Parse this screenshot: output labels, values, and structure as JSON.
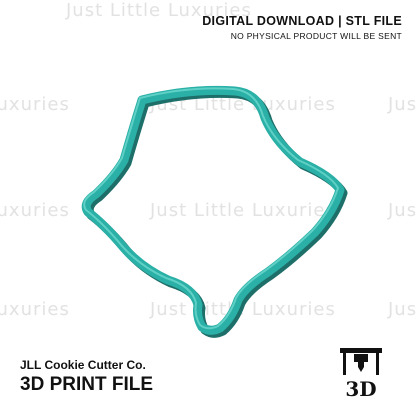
{
  "header": {
    "title": "DIGITAL DOWNLOAD | STL FILE",
    "subtitle": "NO PHYSICAL PRODUCT WILL BE SENT"
  },
  "watermark": {
    "text": "Just Little Luxuries",
    "text_short": "Just Little Luxuries"
  },
  "footer": {
    "company": "JLL Cookie Cutter Co.",
    "product": "3D PRINT FILE"
  },
  "icon": {
    "name": "3d-printer-icon",
    "label": "3D"
  },
  "colors": {
    "cutter": "#2ab0a6",
    "cutter_shadow": "#1e6f6a",
    "watermark": "#e2e2e2",
    "text": "#111111"
  }
}
